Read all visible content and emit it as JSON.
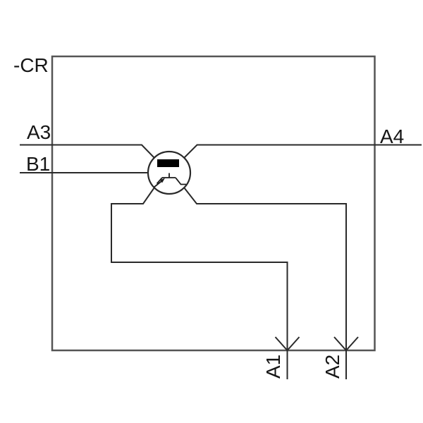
{
  "schematic": {
    "device_label": "-CR",
    "terminals": {
      "a3": "A3",
      "b1": "B1",
      "a4": "A4",
      "a1": "A1",
      "a2": "A2"
    },
    "component": "surge-suppressor-module",
    "colors": {
      "background": "#ffffff",
      "enclosure_border": "#555555",
      "wire": "#2a2a2a",
      "text": "#161616",
      "symbol_fill": "#000000"
    }
  }
}
